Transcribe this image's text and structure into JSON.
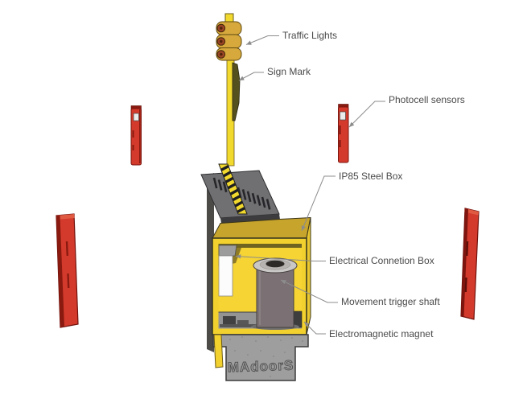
{
  "figure": {
    "background_color": "#ffffff",
    "brand_text": "MAdoorS",
    "labels": [
      {
        "id": "traffic-lights",
        "text": "Traffic Lights"
      },
      {
        "id": "sign-mark",
        "text": "Sign Mark"
      },
      {
        "id": "photocell-sensors",
        "text": "Photocell sensors"
      },
      {
        "id": "ip85-steel-box",
        "text": "IP85 Steel Box"
      },
      {
        "id": "electrical-connection-box",
        "text": "Electrical Connetion Box"
      },
      {
        "id": "movement-trigger-shaft",
        "text": "Movement trigger shaft"
      },
      {
        "id": "electromagnetic-magnet",
        "text": "Electromagnetic magnet"
      }
    ],
    "colors": {
      "device_yellow": "#f2d02e",
      "device_gold_top": "#c7a42c",
      "lid_gray": "#707073",
      "base_gray": "#9e9e9e",
      "cylinder_gray": "#7b7174",
      "flange_gray": "#cac8c6",
      "bollard_red": "#d43a2c",
      "bollard_dark_red": "#8a1a10",
      "leader_line_gray": "#8c8c8c",
      "label_text_gray": "#4a4a4a"
    }
  }
}
